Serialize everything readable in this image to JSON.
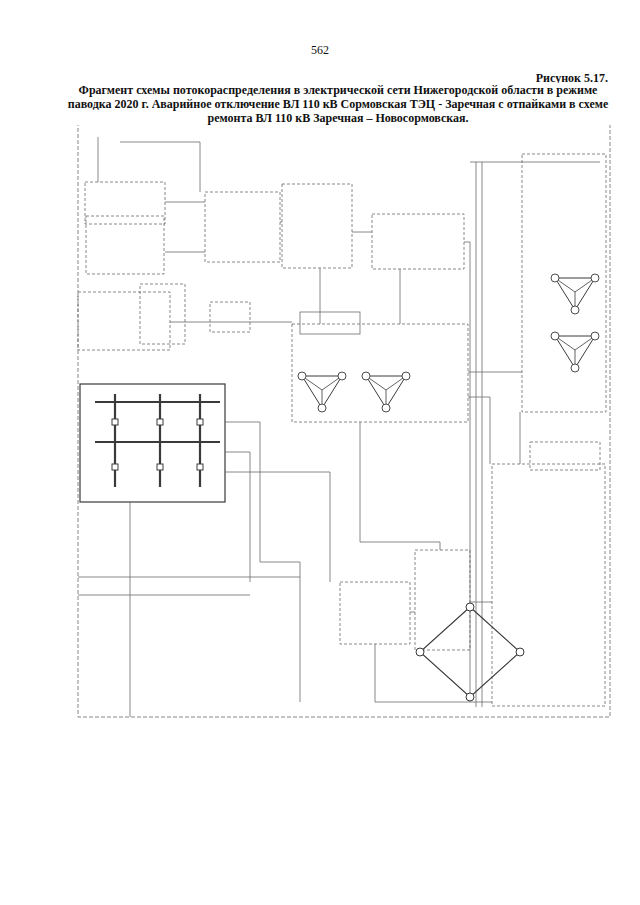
{
  "diagram": {
    "title": "Рисунок 5.17.",
    "caption": "Фрагмент схемы потокораспределения в электрической сети Нижегородской области в режиме паводка 2020 г. Аварийное отключение ВЛ 110 кВ Сормовская ТЭЦ - Заречная с отпайками в схеме ремонта ВЛ 110 кВ Заречная – Новосормовская.",
    "labels": [
      "562"
    ]
  }
}
